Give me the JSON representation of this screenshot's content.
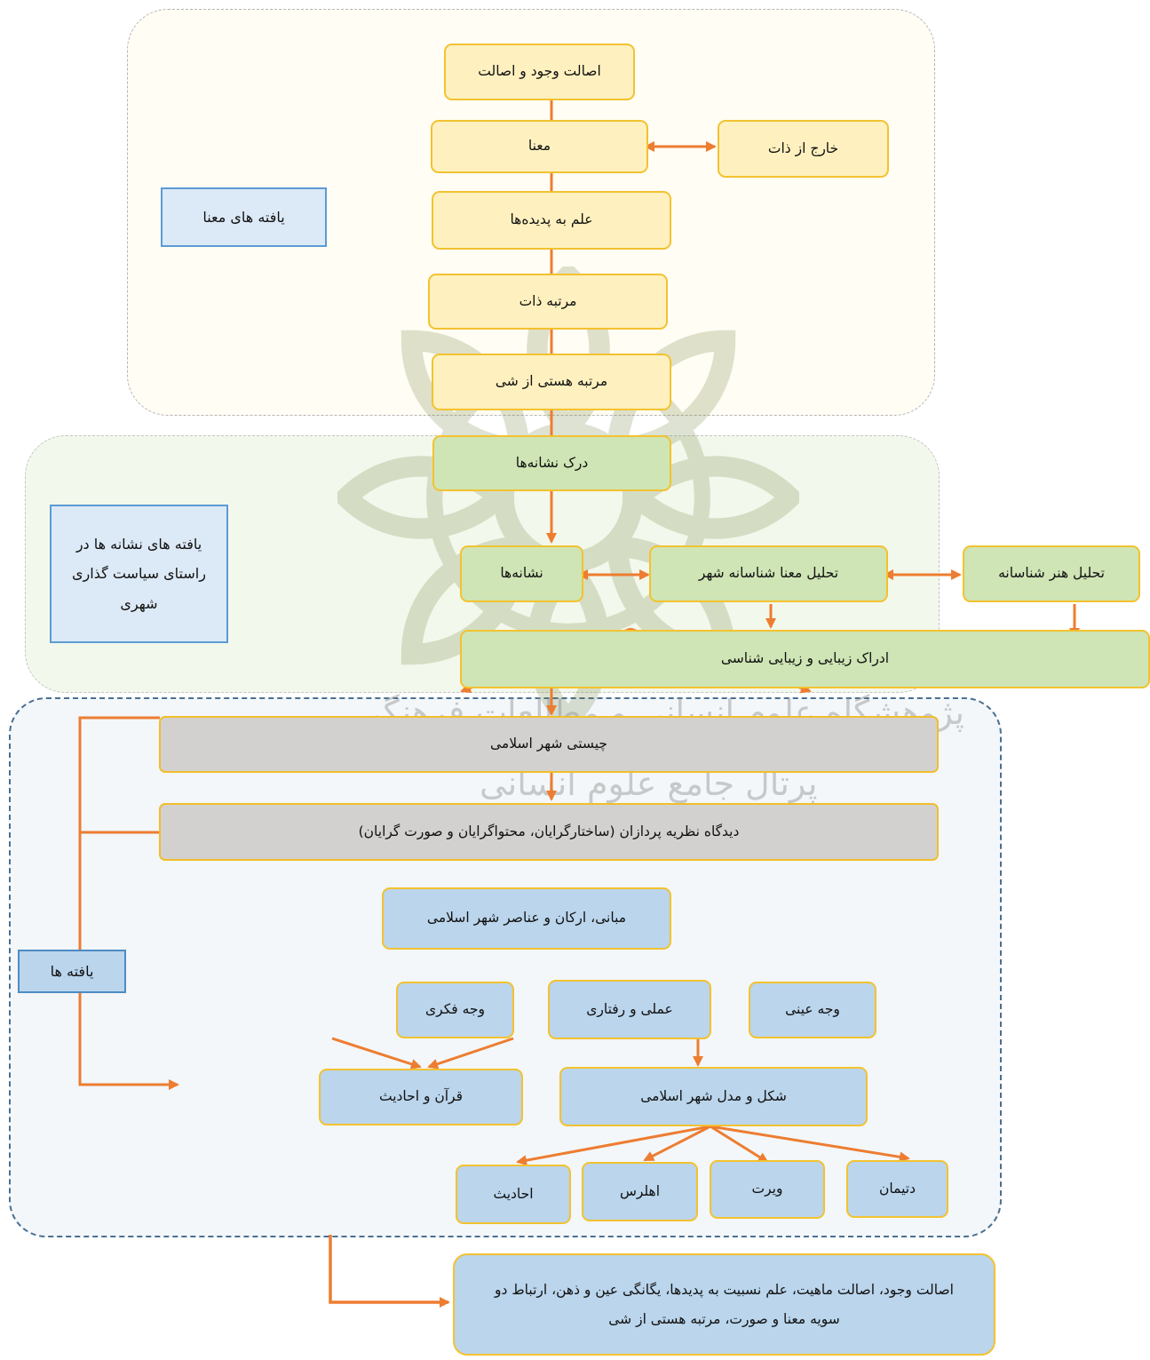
{
  "regions": {
    "meaning_label": "یافته های معنا",
    "signs_label": "یافته های نشانه ها در راستای سیاست گذاری شهری",
    "findings_label": "یافته ها"
  },
  "nodes": {
    "asalat_wojud": "اصالت وجود و اصالت",
    "mana": "معنا",
    "kharej_az_zat": "خارج از ذات",
    "elm_be_padideha": "علم به پدیده‌ها",
    "martabe_zat": "مرتبه ذات",
    "martabe_hasti": "مرتبه هستی از شی",
    "dark_neshaneha": "درک نشانه‌ها",
    "neshaneha": "نشانه‌ها",
    "tahlil_mana": "تحلیل معنا شناسانه شهر",
    "tahlil_honar": "تحلیل هنر شناسانه",
    "edrak_zibayi": "ادراک زیبایی و زیبایی شناسی",
    "chisti_shahr": "چیستی شهر اسلامی",
    "didgah": "دیدگاه نظریه پردازان (ساختارگرایان، محتواگرایان و صورت گرایان)",
    "mabani": "مبانی، ارکان و عناصر شهر اسلامی",
    "vajh_fekri": "وجه فکری",
    "amali_raftari": "عملی و رفتاری",
    "vajh_eini": "وجه عینی",
    "quran": "قرآن و احادیث",
    "shekl_model": "شکل و مدل شهر اسلامی",
    "ahadith": "احادیث",
    "ahlers": "اهلرس",
    "wirth": "ویرت",
    "dettmann": "دتیمان",
    "conclusion": "اصالت وجود، اصالت ماهیت، علم نسبیت به پدیدها، یگانگی عین و ذهن، ارتباط دو سویه معنا و صورت، مرتبه هستی از شی"
  },
  "watermark": {
    "line1": "پژوهشگاه علوم انسانی و مطالعات فرهنگی",
    "line2": "پرتال جامع علوم انسانی"
  },
  "colors": {
    "node_yellow": "#fff1bf",
    "node_green": "#cfe5b5",
    "node_gray": "#d3d1d0",
    "node_blue": "#bad5ec",
    "node_border": "#f3c230",
    "arrow": "#ed7d31",
    "label_border": "#5b9bd5"
  }
}
